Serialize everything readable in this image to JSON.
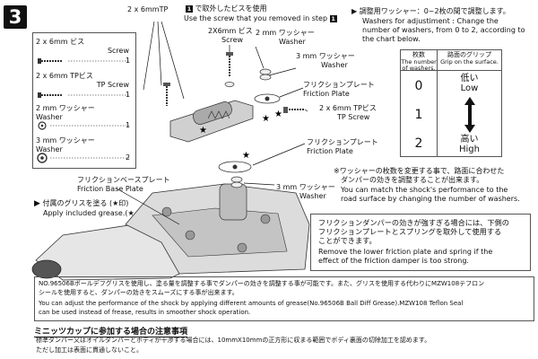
{
  "step": {
    "number": "3"
  },
  "top_instruction": {
    "jp_screw": "2 x 6mmTP",
    "jp_use": "で取外したビスを使用",
    "en": "Use the screw that you removed in step",
    "step_ref": "1"
  },
  "parts_list": [
    {
      "jp": "2 x 6mm  ビス",
      "en": "Screw",
      "qty": "1"
    },
    {
      "jp": "2 x 6mm  TPビス",
      "en": "TP Screw",
      "qty": "1"
    },
    {
      "jp": "2 mm  ワッシャー",
      "en": "Washer",
      "qty": "1"
    },
    {
      "jp": "3 mm  ワッシャー",
      "en": "Washer",
      "qty": "2"
    }
  ],
  "friction_base": {
    "jp": "フリクションベースプレート",
    "en": "Friction Base Plate"
  },
  "grease_note": {
    "jp": "付属のグリスを塗る (★印)",
    "en": "Apply included grease.(★ marked)"
  },
  "callouts": {
    "screw_2x6": {
      "jp": "2X6mm ビス",
      "en": "Screw"
    },
    "washer_2mm": {
      "jp": "2 mm  ワッシャー",
      "en": "Washer"
    },
    "washer_3mm_top": {
      "jp": "3 mm  ワッシャー",
      "en": "Washer"
    },
    "friction_plate_top": {
      "jp": "フリクションプレート",
      "en": "Friction Plate"
    },
    "tp_screw": {
      "jp": "2 x 6mm  TPビス",
      "en": "TP Screw"
    },
    "friction_plate_mid": {
      "jp": "フリクションプレート",
      "en": "Friction Plate"
    },
    "washer_3mm_bottom": {
      "jp": "3 mm  ワッシャー",
      "en": "Washer"
    }
  },
  "adjust_note": {
    "jp": "調整用ワッシャー：0~2枚の間で調整します。",
    "en1": "Washers for adjustiment : Change the",
    "en2": "number of washers, from 0 to 2, according to",
    "en3": "the chart below."
  },
  "chart": {
    "col1_jp": "枚数",
    "col1_en": "The number of washers.",
    "col2_jp": "路面のグリップ",
    "col2_en": "Grip on the surface.",
    "values": [
      "0",
      "1",
      "2"
    ],
    "low_jp": "低い",
    "low_en": "Low",
    "high_jp": "高い",
    "high_en": "High"
  },
  "washer_change_note": {
    "jp1": "※ワッシャーの枚数を変更する事で、路面に合わせた",
    "jp2": "ダンパーの効きを調整することが出来ます。",
    "en1": "You can match the shock's performance to the",
    "en2": "road surface by changing the number of washers."
  },
  "remove_box": {
    "jp1": "フリクションダンパーの効きが強すぎる場合には、下側の",
    "jp2": "フリクションプレートとスプリングを取外して使用する",
    "jp3": "ことができます。",
    "en1": "Remove the lower friction plate and spring if the",
    "en2": "effect of the friction damper is too strong."
  },
  "grease_box": {
    "jp1": "NO.96506Bボールデフグリスを使用し、塗る量を調整する事でダンパーの効きを調整する事が可能です。また、グリスを使用する代わりにMZW108テフロン",
    "jp2": "シールを使用すると、ダンパーの効きをスムーズにする事が出来ます。",
    "en1": "You can adjust the performance of the shock by applying different amounts of grease(No.96506B Ball Diff Grease).MZW108 Teflon Seal",
    "en2": "can be used instead of frease, results in smoother shock operation."
  },
  "cup_section": {
    "title": "ミニッツカップに参加する場合の注意事項",
    "line1": "標準ダンパー又はオイルダンパーとボディが干渉する場合には、10mmX10mmの正方形に収まる範囲でボディ裏面の切除加工を認めます。",
    "line2": "ただし加工は表面に貫通しないこと。"
  }
}
